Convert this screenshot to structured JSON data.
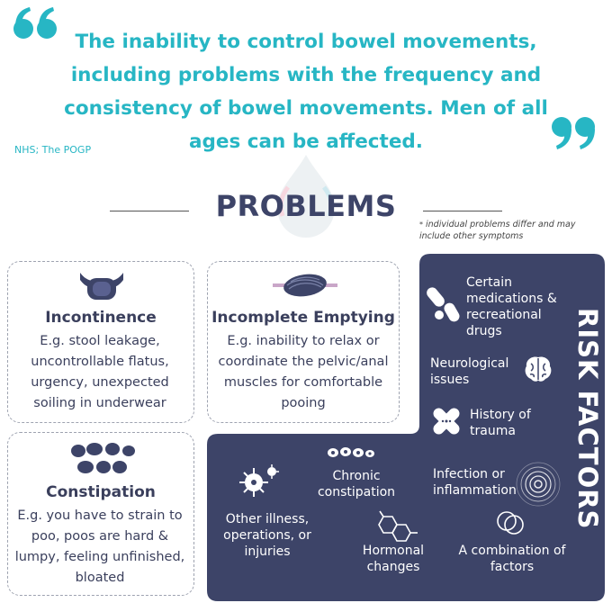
{
  "quote": {
    "text": "The inability to control bowel movements, including problems with the frequency and consistency of bowel movements. Men of all ages can be affected.",
    "source": "NHS; The POGP"
  },
  "problems": {
    "title": "PROBLEMS",
    "note_star": "*",
    "note": "individual problems differ and may include other symptoms",
    "cards": [
      {
        "title": "Incontinence",
        "desc": "E.g. stool leakage, uncontrollable flatus, urgency, unexpected soiling in underwear"
      },
      {
        "title": "Incomplete Emptying",
        "desc": "E.g. inability to relax or coordinate the pelvic/anal muscles for comfortable pooing"
      },
      {
        "title": "Constipation",
        "desc": "E.g. you have to strain to poo, poos are hard & lumpy, feeling unfinished, bloated"
      }
    ]
  },
  "risk_factors": {
    "title": "RISK FACTORS",
    "items": [
      "Certain medications & recreational drugs",
      "Neurological issues",
      "History of trauma",
      "Chronic constipation",
      "Infection or inflammation",
      "Other illness, operations, or injuries",
      "Hormonal changes",
      "A combination of factors"
    ]
  },
  "colors": {
    "accent": "#27b6c4",
    "navy": "#3d4468",
    "text": "#3a3f5c",
    "white": "#ffffff"
  },
  "icons": [
    "quote-open-icon",
    "quote-close-icon",
    "logo-drop-icon",
    "pad-icon",
    "muscle-icon",
    "stool-pellets-icon",
    "pills-icon",
    "brain-icon",
    "bandage-icon",
    "bacteria-icon",
    "virus-icon",
    "spiral-icon",
    "molecule-icon",
    "overlap-circles-icon"
  ]
}
